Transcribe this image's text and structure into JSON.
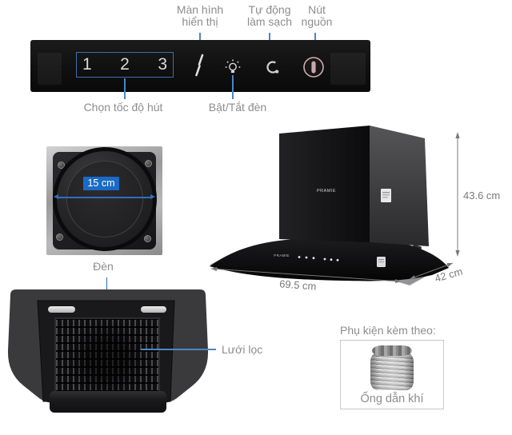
{
  "control_panel": {
    "speed_levels": [
      "1",
      "2",
      "3"
    ],
    "callouts_top": [
      {
        "name": "display",
        "line1": "Màn hình",
        "line2": "hiển thị"
      },
      {
        "name": "auto-clean",
        "line1": "Tự động",
        "line2": "làm sạch"
      },
      {
        "name": "power",
        "line1": "Nút",
        "line2": "nguồn"
      }
    ],
    "callouts_bottom": [
      {
        "name": "speed-select",
        "label": "Chọn tốc độ hút"
      },
      {
        "name": "light-toggle",
        "label": "Bật/Tắt đèn"
      }
    ],
    "icons": {
      "display": "slash-indicator",
      "light": "bulb-with-rays",
      "auto_clean": "swirl-circle",
      "power": "power-ring"
    }
  },
  "duct_outlet": {
    "diameter_label": "15 cm"
  },
  "underside": {
    "lamp_label": "Đèn",
    "filter_label": "Lưới lọc"
  },
  "hood": {
    "logo_text": "PRAMIE",
    "height_label": "43.6 cm",
    "width_label": "69.5 cm",
    "depth_label": "42 cm"
  },
  "accessories": {
    "heading": "Phụ kiện kèm theo:",
    "item_label": "Ống dẫn khí"
  },
  "colors": {
    "accent_blue": "#4a86c8",
    "badge_blue": "#1a6ac6",
    "label_gray": "#8d8d8d",
    "dimension_gray": "#7a7a7a",
    "panel_black": "#101010"
  }
}
